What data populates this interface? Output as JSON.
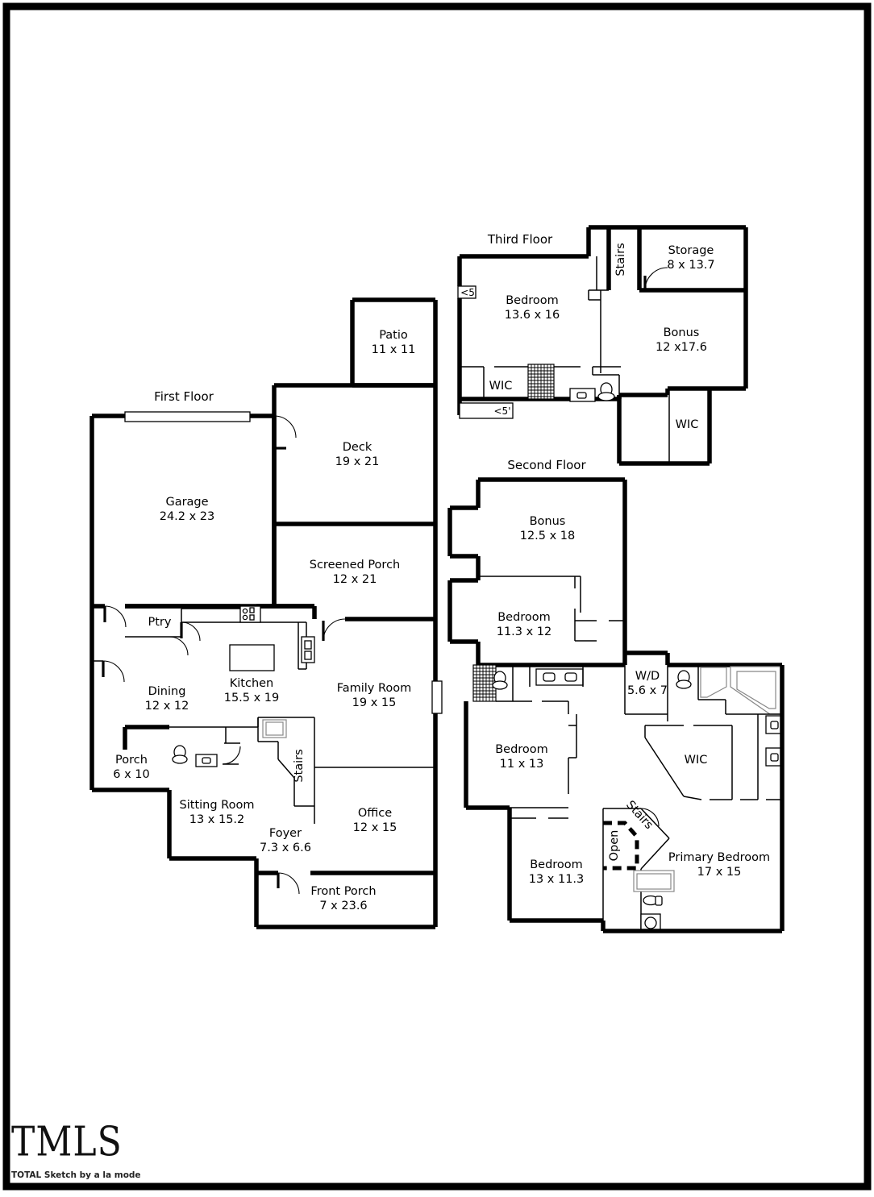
{
  "document": {
    "type": "floor-plan-sketch",
    "brand_mark": "TMLS",
    "brand_tagline": "TOTAL Sketch by a la mode",
    "page_border_color": "#000000",
    "line_color": "#000000",
    "background_color": "#ffffff"
  },
  "floors": [
    {
      "id": "first-floor",
      "title": "First Floor",
      "rooms": [
        {
          "name": "Garage",
          "dimensions": "24.2 x 23"
        },
        {
          "name": "Patio",
          "dimensions": "11 x 11"
        },
        {
          "name": "Deck",
          "dimensions": "19 x 21"
        },
        {
          "name": "Screened Porch",
          "dimensions": "12 x 21"
        },
        {
          "name": "Ptry",
          "dimensions": ""
        },
        {
          "name": "Kitchen",
          "dimensions": "15.5 x 19"
        },
        {
          "name": "Dining",
          "dimensions": "12 x 12"
        },
        {
          "name": "Family Room",
          "dimensions": "19 x 15"
        },
        {
          "name": "Porch",
          "dimensions": "6 x 10"
        },
        {
          "name": "Sitting Room",
          "dimensions": "13 x 15.2"
        },
        {
          "name": "Stairs",
          "dimensions": ""
        },
        {
          "name": "Foyer",
          "dimensions": "7.3 x 6.6"
        },
        {
          "name": "Office",
          "dimensions": "12 x 15"
        },
        {
          "name": "Front Porch",
          "dimensions": "7 x 23.6"
        }
      ]
    },
    {
      "id": "second-floor",
      "title": "Second Floor",
      "rooms": [
        {
          "name": "Bonus",
          "dimensions": "12.5 x 18"
        },
        {
          "name": "Bedroom",
          "dimensions": "11.3 x 12"
        },
        {
          "name": "Bedroom",
          "dimensions": "11 x 13"
        },
        {
          "name": "Bedroom",
          "dimensions": "13 x 11.3"
        },
        {
          "name": "W/D",
          "dimensions": "5.6 x 7"
        },
        {
          "name": "WIC",
          "dimensions": ""
        },
        {
          "name": "Primary Bedroom",
          "dimensions": "17 x 15"
        },
        {
          "name": "Stairs",
          "dimensions": ""
        },
        {
          "name": "Open",
          "dimensions": ""
        }
      ]
    },
    {
      "id": "third-floor",
      "title": "Third Floor",
      "rooms": [
        {
          "name": "Bedroom",
          "dimensions": "13.6 x 16"
        },
        {
          "name": "Storage",
          "dimensions": "8 x 13.7"
        },
        {
          "name": "Bonus",
          "dimensions": "12 x17.6"
        },
        {
          "name": "WIC",
          "dimensions": ""
        },
        {
          "name": "WIC",
          "dimensions": ""
        },
        {
          "name": "Stairs",
          "dimensions": ""
        }
      ]
    }
  ],
  "labels": {
    "first_floor_title": "First Floor",
    "second_floor_title": "Second Floor",
    "third_floor_title": "Third Floor",
    "garage_name": "Garage",
    "garage_dim": "24.2 x 23",
    "patio_name": "Patio",
    "patio_dim": "11 x 11",
    "deck_name": "Deck",
    "deck_dim": "19 x 21",
    "screened_name": "Screened Porch",
    "screened_dim": "12 x 21",
    "ptry_name": "Ptry",
    "kitchen_name": "Kitchen",
    "kitchen_dim": "15.5 x 19",
    "dining_name": "Dining",
    "dining_dim": "12 x 12",
    "family_name": "Family Room",
    "family_dim": "19 x 15",
    "porch_name": "Porch",
    "porch_dim": "6 x 10",
    "sitting_name": "Sitting Room",
    "sitting_dim": "13 x 15.2",
    "stairs1_name": "Stairs",
    "foyer_name": "Foyer",
    "foyer_dim": "7.3 x 6.6",
    "office_name": "Office",
    "office_dim": "12 x 15",
    "frontporch_name": "Front Porch",
    "frontporch_dim": "7 x 23.6",
    "f3_bedroom_name": "Bedroom",
    "f3_bedroom_dim": "13.6 x 16",
    "f3_storage_name": "Storage",
    "f3_storage_dim": "8 x 13.7",
    "f3_bonus_name": "Bonus",
    "f3_bonus_dim": "12 x17.6",
    "f3_wic_left": "WIC",
    "f3_wic_right": "WIC",
    "f3_stairs": "Stairs",
    "f3_tag_lt5_a": "<5",
    "f3_tag_lt5_b": "<5'",
    "f2_bonus_name": "Bonus",
    "f2_bonus_dim": "12.5 x 18",
    "f2_bed1_name": "Bedroom",
    "f2_bed1_dim": "11.3 x 12",
    "f2_bed2_name": "Bedroom",
    "f2_bed2_dim": "11 x 13",
    "f2_bed3_name": "Bedroom",
    "f2_bed3_dim": "13 x 11.3",
    "f2_wd_name": "W/D",
    "f2_wd_dim": "5.6 x 7",
    "f2_wic_name": "WIC",
    "f2_primary_name": "Primary Bedroom",
    "f2_primary_dim": "17 x 15",
    "f2_stairs_name": "Stairs",
    "f2_open_name": "Open"
  }
}
